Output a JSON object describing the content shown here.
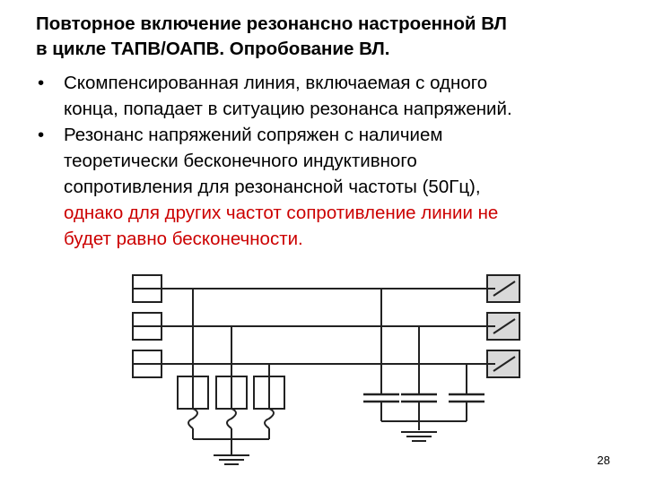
{
  "slide": {
    "title_lines": [
      "Повторное включение резонансно настроенной ВЛ",
      "в цикле ТАПВ/ОАПВ. Опробование ВЛ."
    ],
    "bullets": [
      {
        "lines": [
          "Скомпенсированная линия, включаемая с одного",
          "конца, попадает в ситуацию резонанса напряжений."
        ],
        "red_lines": []
      },
      {
        "lines": [
          "Резонанс напряжений сопряжен с наличием",
          "теоретически бесконечного индуктивного",
          "сопротивления для резонансной частоты (50Гц),"
        ],
        "red_lines": [
          "однако для других частот сопротивление линии не",
          "будет равно бесконечности."
        ]
      }
    ],
    "bullet_symbol": "•",
    "highlight_color": "#cc0000",
    "page_number": "28"
  }
}
